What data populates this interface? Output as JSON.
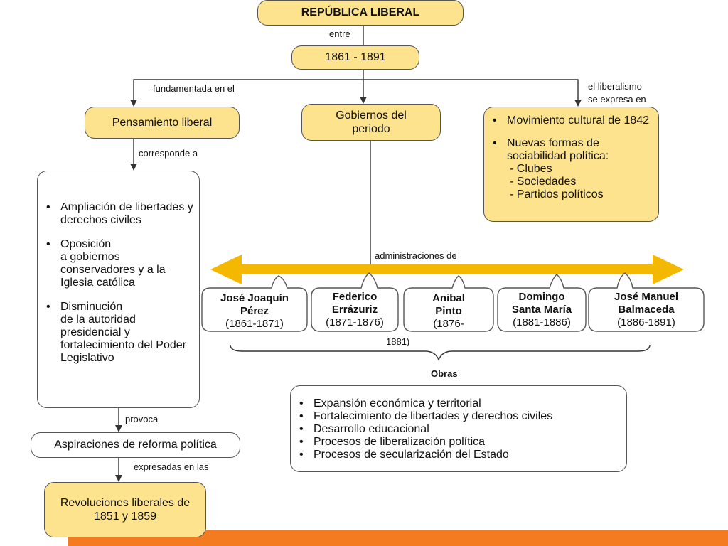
{
  "title": "REPÚBLICA LIBERAL",
  "label_entre": "entre",
  "period": "1861 - 1891",
  "label_fundamentada": "fundamentada en el",
  "label_liberalismo_1": "el liberalismo",
  "label_liberalismo_2": "se expresa en",
  "pensamiento": "Pensamiento liberal",
  "gobiernos": "Gobiernos del periodo",
  "cultural": {
    "item1": "Movimiento cultural de 1842",
    "item2": "Nuevas formas de sociabilidad política:",
    "sub1": "- Clubes",
    "sub2": "- Sociedades",
    "sub3": "- Partidos políticos"
  },
  "label_corresponde": "corresponde a",
  "ideas": {
    "item1": "Ampliación de libertades y derechos civiles",
    "item2a": "Oposición",
    "item2b": "a gobiernos conservadores y a la Iglesia católica",
    "item3a": "Disminución",
    "item3b": "de la autoridad presidencial y fortalecimiento del Poder Legislativo"
  },
  "label_administraciones": "administraciones de",
  "presidents": [
    {
      "name1": "José Joaquín",
      "name2": "Pérez",
      "years": "(1861-1871)"
    },
    {
      "name1": "Federico",
      "name2": "Errázuriz",
      "years": "(1871-1876)"
    },
    {
      "name1": "Anibal",
      "name2": "Pinto",
      "years": "(1876-",
      "years_cont": "1881)"
    },
    {
      "name1": "Domingo",
      "name2": "Santa María",
      "years": "(1881-1886)"
    },
    {
      "name1": "José Manuel",
      "name2": "Balmaceda",
      "years": "(1886-1891)"
    }
  ],
  "label_obras": "Obras",
  "obras": [
    "Expansión económica y territorial",
    "Fortalecimiento de libertades y derechos civiles",
    "Desarrollo educacional",
    "Procesos de liberalización política",
    "Procesos de secularización del Estado"
  ],
  "label_provoca": "provoca",
  "aspiraciones": "Aspiraciones de reforma política",
  "label_expresadas": "expresadas en las",
  "revoluciones": "Revoluciones liberales de 1851 y 1859",
  "colors": {
    "box_fill": "#fde38d",
    "arrow": "#f5b800",
    "footer": "#f47b20",
    "border": "#555555"
  }
}
